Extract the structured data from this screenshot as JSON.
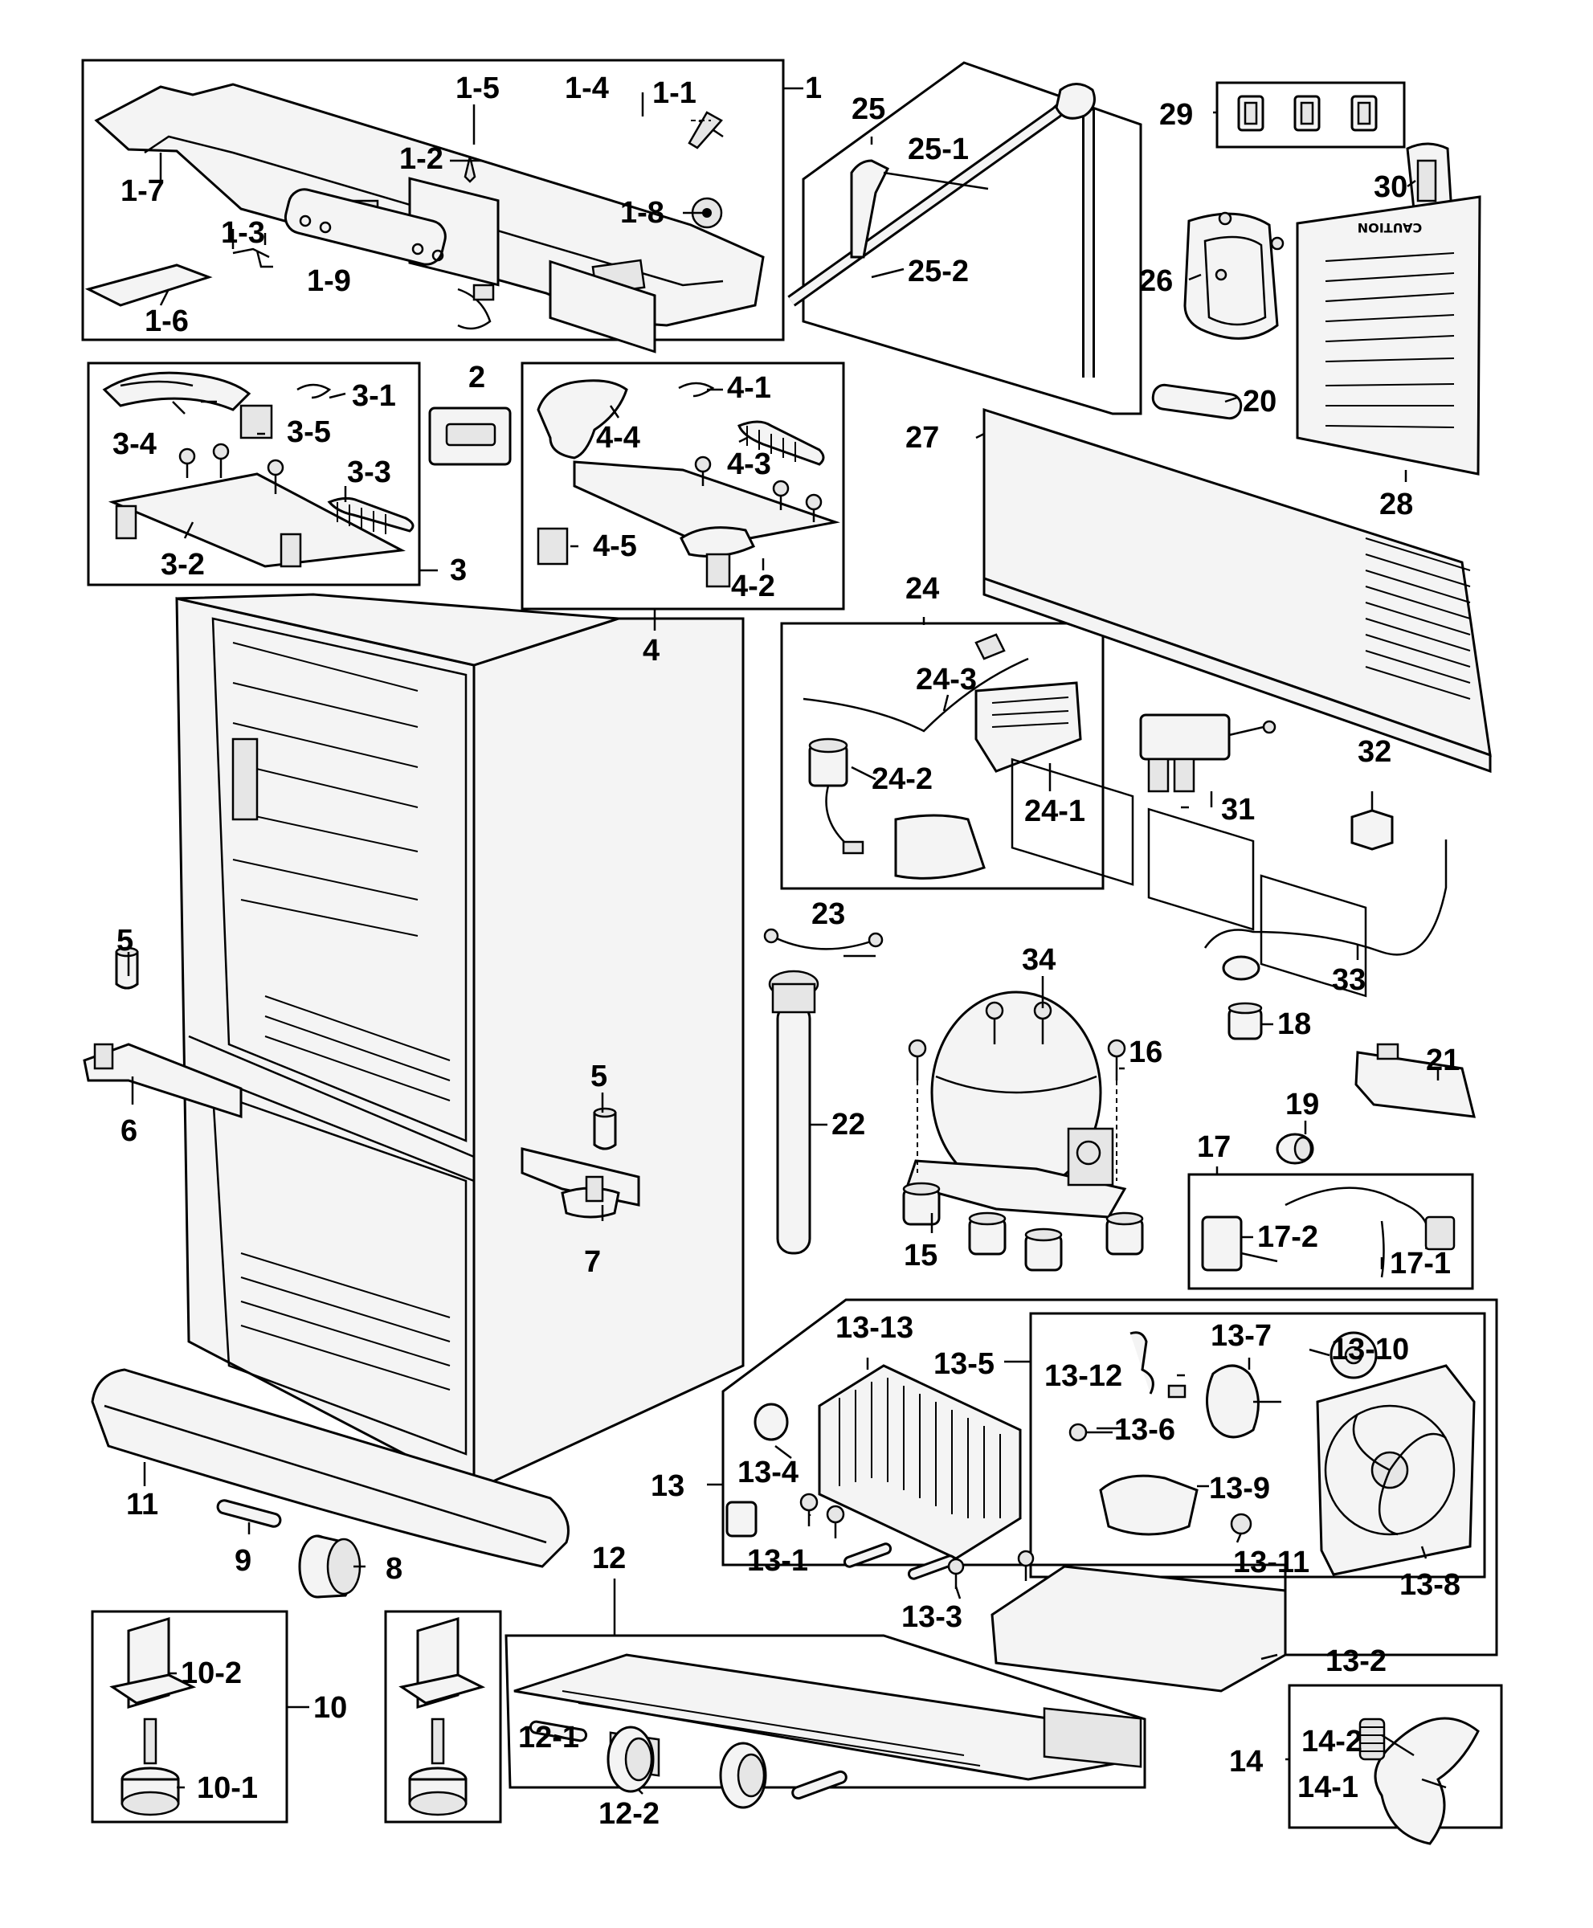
{
  "labels": {
    "l1": "1",
    "l1_1": "1-1",
    "l1_2": "1-2",
    "l1_3": "1-3",
    "l1_4": "1-4",
    "l1_5": "1-5",
    "l1_6": "1-6",
    "l1_7": "1-7",
    "l1_8": "1-8",
    "l1_9": "1-9",
    "l2": "2",
    "l3": "3",
    "l3_1": "3-1",
    "l3_2": "3-2",
    "l3_3": "3-3",
    "l3_4": "3-4",
    "l3_5": "3-5",
    "l4": "4",
    "l4_1": "4-1",
    "l4_2": "4-2",
    "l4_3": "4-3",
    "l4_4": "4-4",
    "l4_5": "4-5",
    "l5a": "5",
    "l5b": "5",
    "l6": "6",
    "l7": "7",
    "l8": "8",
    "l9": "9",
    "l10": "10",
    "l10_1": "10-1",
    "l10_2": "10-2",
    "l11": "11",
    "l12": "12",
    "l12_1": "12-1",
    "l12_2": "12-2",
    "l13": "13",
    "l13_1": "13-1",
    "l13_2": "13-2",
    "l13_3": "13-3",
    "l13_4": "13-4",
    "l13_5": "13-5",
    "l13_6": "13-6",
    "l13_7": "13-7",
    "l13_8": "13-8",
    "l13_9": "13-9",
    "l13_10": "13-10",
    "l13_11": "13-11",
    "l13_12": "13-12",
    "l13_13": "13-13",
    "l14": "14",
    "l14_1": "14-1",
    "l14_2": "14-2",
    "l15": "15",
    "l16": "16",
    "l17": "17",
    "l17_1": "17-1",
    "l17_2": "17-2",
    "l18": "18",
    "l19": "19",
    "l20": "20",
    "l21": "21",
    "l22": "22",
    "l23": "23",
    "l24": "24",
    "l24_1": "24-1",
    "l24_2": "24-2",
    "l24_3": "24-3",
    "l25": "25",
    "l25_1": "25-1",
    "l25_2": "25-2",
    "l26": "26",
    "l27": "27",
    "l28": "28",
    "l29": "29",
    "l30": "30",
    "l31": "31",
    "l32": "32",
    "l33": "33",
    "l34": "34"
  },
  "caution_panel_text": [
    "CAUTION"
  ]
}
